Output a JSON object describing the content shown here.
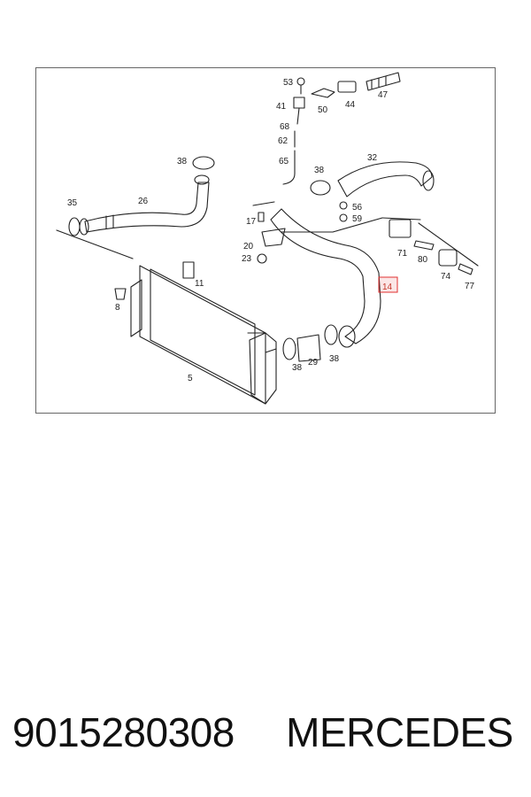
{
  "diagram": {
    "callouts": [
      "53",
      "41",
      "50",
      "44",
      "47",
      "68",
      "62",
      "65",
      "38",
      "32",
      "26",
      "35",
      "38",
      "56",
      "59",
      "17",
      "20",
      "23",
      "71",
      "80",
      "74",
      "77",
      "11",
      "8",
      "14",
      "5",
      "38",
      "29",
      "38"
    ],
    "highlighted_part": "14",
    "highlight_color": "#e03030"
  },
  "footer": {
    "part_number": "9015280308",
    "brand": "MERCEDES"
  }
}
